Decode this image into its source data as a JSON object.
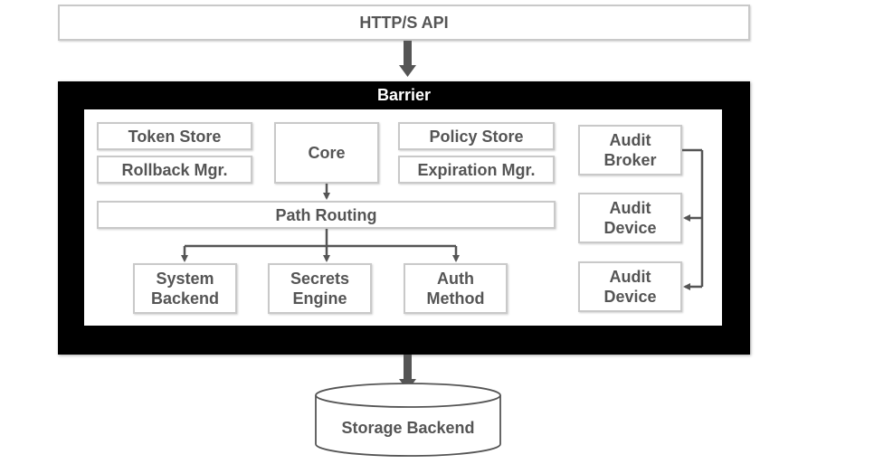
{
  "api": {
    "label": "HTTP/S API"
  },
  "barrier": {
    "label": "Barrier"
  },
  "components": {
    "token_store": "Token Store",
    "rollback_mgr": "Rollback Mgr.",
    "core": "Core",
    "policy_store": "Policy Store",
    "expiration_mgr": "Expiration Mgr.",
    "path_routing": "Path Routing",
    "system_backend": "System\nBackend",
    "secrets_engine": "Secrets\nEngine",
    "auth_method": "Auth\nMethod",
    "audit_broker": "Audit\nBroker",
    "audit_device_1": "Audit\nDevice",
    "audit_device_2": "Audit\nDevice"
  },
  "storage": {
    "label": "Storage Backend"
  },
  "colors": {
    "box_text": "#555555",
    "box_border": "#c9c9c9",
    "barrier": "#000000",
    "arrow": "#555555"
  }
}
